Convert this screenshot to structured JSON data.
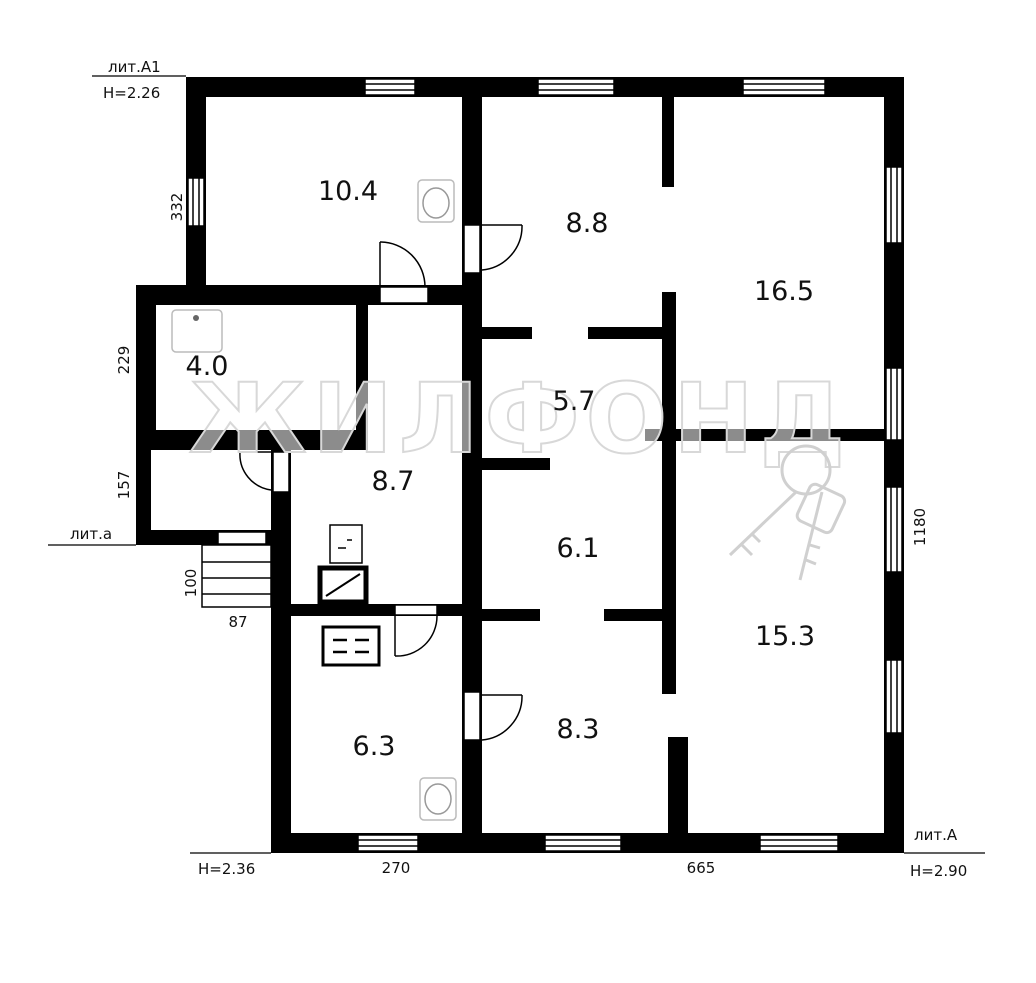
{
  "rooms": [
    {
      "id": "r1",
      "area": "10.4"
    },
    {
      "id": "r2",
      "area": "8.8"
    },
    {
      "id": "r3",
      "area": "16.5"
    },
    {
      "id": "r4",
      "area": "4.0"
    },
    {
      "id": "r5",
      "area": "5.7"
    },
    {
      "id": "r6",
      "area": "8.7"
    },
    {
      "id": "r7",
      "area": "6.1"
    },
    {
      "id": "r8",
      "area": "15.3"
    },
    {
      "id": "r9",
      "area": "6.3"
    },
    {
      "id": "r10",
      "area": "8.3"
    }
  ],
  "dimensions": {
    "d332": "332",
    "d229": "229",
    "d157": "157",
    "d100": "100",
    "d87": "87",
    "d270": "270",
    "d665": "665",
    "d1180": "1180"
  },
  "lit": {
    "a1": "лит.А1",
    "a1_height": "Н=2.26",
    "a_small": "лит.а",
    "h236": "Н=2.36",
    "a": "лит.А",
    "a_height": "Н=2.90"
  },
  "watermark": "ЖИЛФОНД",
  "colors": {
    "wall": "#000000",
    "background": "#ffffff"
  }
}
